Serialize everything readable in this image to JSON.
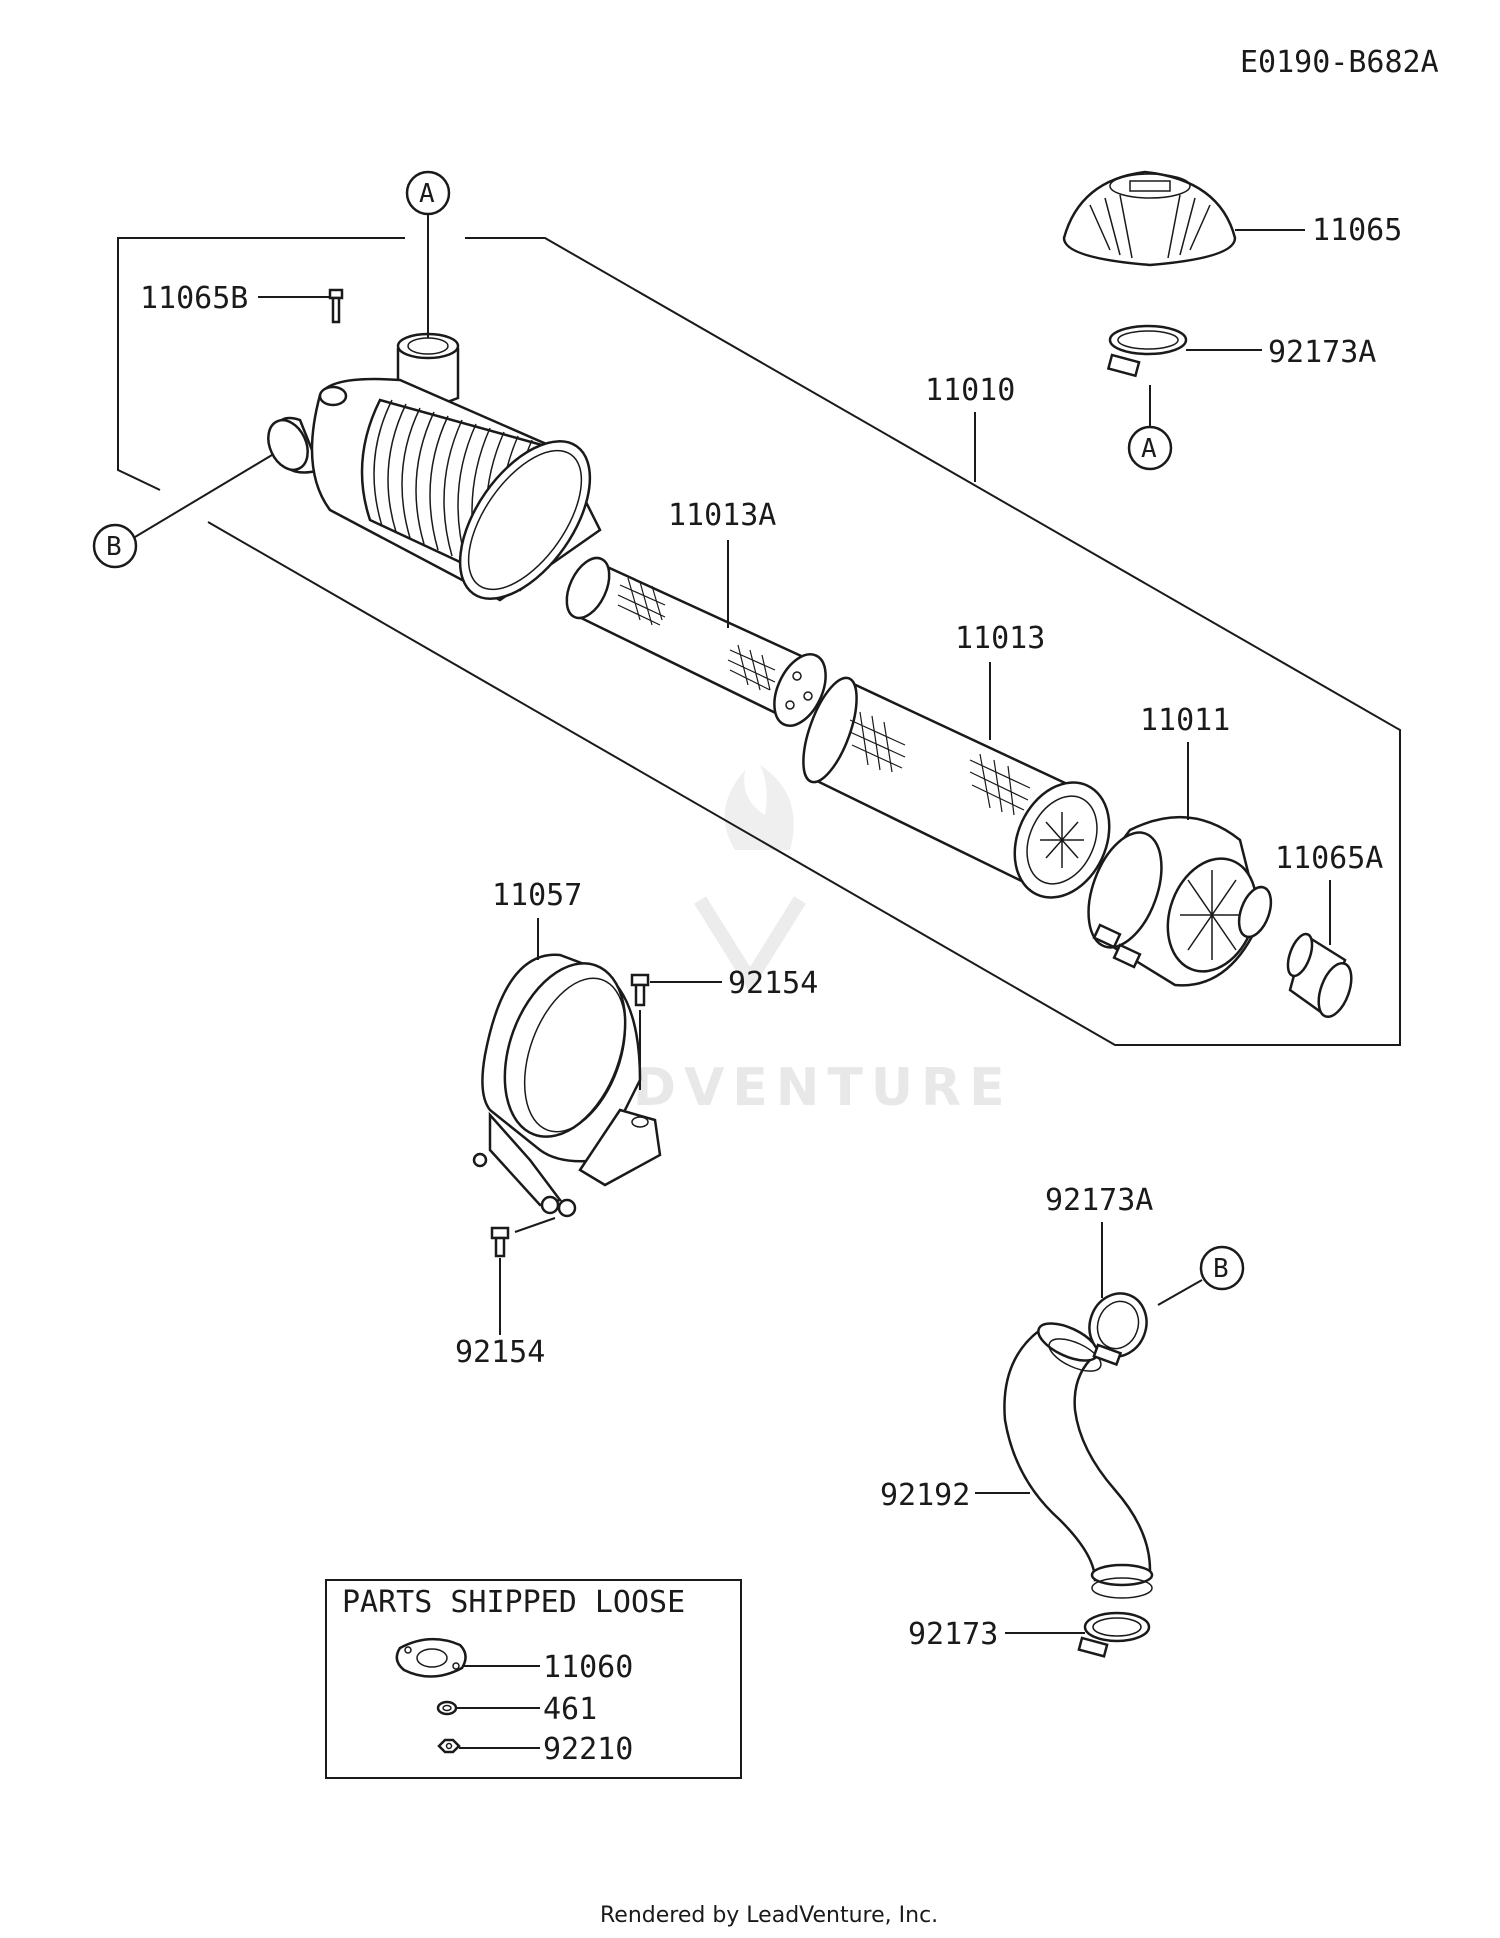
{
  "diagram_code": "E0190-B682A",
  "footer": "Rendered by LeadVenture, Inc.",
  "watermark": "LEADVENTURE",
  "refs": {
    "a": "A",
    "b": "B"
  },
  "parts_box": {
    "title": "PARTS SHIPPED LOOSE",
    "items": [
      {
        "part_no": "11060",
        "icon": "gasket-icon"
      },
      {
        "part_no": "461",
        "icon": "washer-icon"
      },
      {
        "part_no": "92210",
        "icon": "nut-icon"
      }
    ]
  },
  "labels": {
    "p11065": "11065",
    "p92173A_top": "92173A",
    "p11065B": "11065B",
    "p11010": "11010",
    "p11013A": "11013A",
    "p11013": "11013",
    "p11011": "11011",
    "p11065A": "11065A",
    "p11057": "11057",
    "p92154_top": "92154",
    "p92154_bottom": "92154",
    "p92173A_bottom": "92173A",
    "p92192": "92192",
    "p92173": "92173"
  },
  "colors": {
    "ink": "#1a1a1a",
    "paper": "#ffffff",
    "watermark": "#e8e8e8"
  }
}
